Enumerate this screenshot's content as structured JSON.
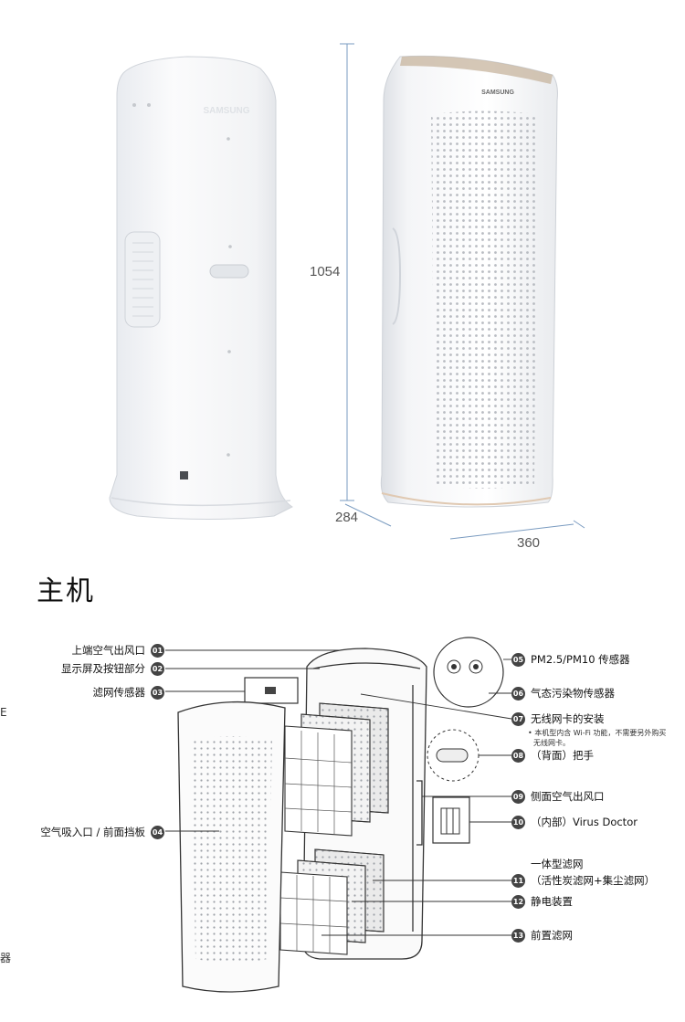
{
  "dimensions": {
    "height": "1054",
    "depth": "284",
    "width": "360"
  },
  "product": {
    "brand_back": "SAMSUNG",
    "brand_front": "SAMSUNG"
  },
  "section_title": "主机",
  "callouts_left": [
    {
      "num": "01",
      "label": "上端空气出风口"
    },
    {
      "num": "02",
      "label": "显示屏及按钮部分"
    },
    {
      "num": "03",
      "label": "滤网传感器"
    },
    {
      "num": "04",
      "label": "空气吸入口 / 前面挡板"
    }
  ],
  "callouts_right": [
    {
      "num": "05",
      "label": "PM2.5/PM10 传感器"
    },
    {
      "num": "06",
      "label": "气态污染物传感器"
    },
    {
      "num": "07",
      "label": "无线网卡的安装"
    },
    {
      "num": "08",
      "label": "（背面）把手"
    },
    {
      "num": "09",
      "label": "侧面空气出风口"
    },
    {
      "num": "10",
      "label": "（内部）Virus Doctor"
    },
    {
      "num": "11",
      "label": "（活性炭滤网+集尘滤网）"
    },
    {
      "num": "12",
      "label": "静电装置"
    },
    {
      "num": "13",
      "label": "前置滤网"
    }
  ],
  "callout_07_note": [
    "• 本机型内含 Wi-Fi 功能，不需要另外购买",
    "无线网卡。"
  ],
  "callout_11_heading": "一体型滤网",
  "edge_marks": [
    "E",
    "器"
  ]
}
